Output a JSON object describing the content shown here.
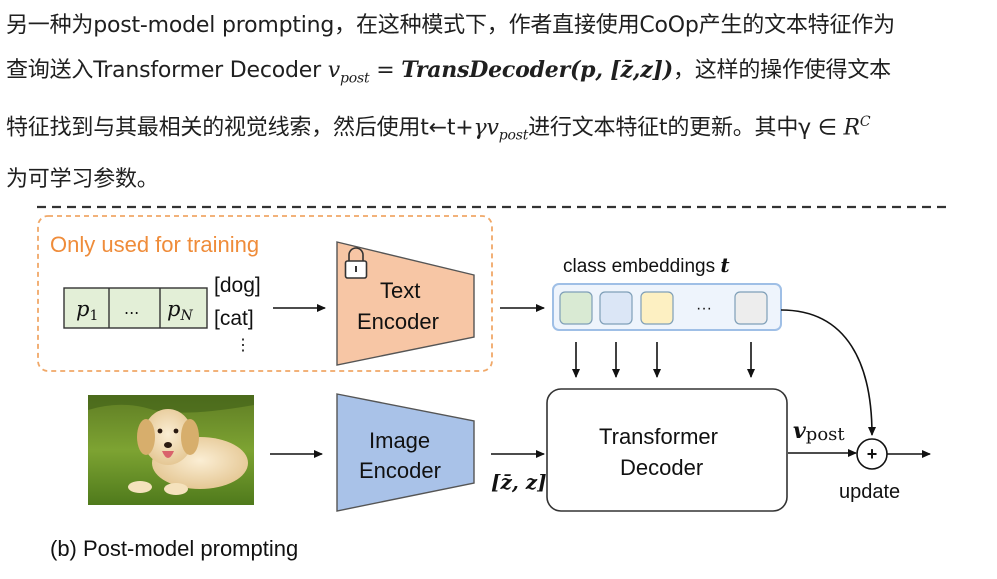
{
  "paragraph": {
    "line1": "另一种为post-model prompting，在这种模式下，作者直接使用CoOp产生的文本特征作为",
    "line2_a": "查询送入Transformer Decoder ",
    "formula_lhs_v": "v",
    "formula_lhs_sub": "post",
    "formula_eq": " = ",
    "formula_rhs": "TransDecoder",
    "formula_args": "(p, [z̄,z])",
    "line2_b": "，这样的操作使得文本",
    "line3_a": "特征找到与其最相关的视觉线索，然后使用t←t+",
    "gamma_v": "γv",
    "gamma_sub": "post",
    "line3_b": "进行文本特征t的更新。其中γ ∈ ",
    "rc_base": "R",
    "rc_sup": "C",
    "line4": "为可学习参数。"
  },
  "figure": {
    "only_training": "Only used for training",
    "prompt_p1": "p",
    "prompt_p1_sub": "1",
    "prompt_dots": "...",
    "prompt_pn": "p",
    "prompt_pn_sub": "N",
    "class_dog": "[dog]",
    "class_cat": "[cat]",
    "class_vdots": "⋮",
    "text_encoder_line1": "Text",
    "text_encoder_line2": "Encoder",
    "class_embeddings": "class embeddings ",
    "class_embeddings_t": "t",
    "emb_dots": "···",
    "image_encoder_line1": "Image",
    "image_encoder_line2": "Encoder",
    "zbar_label": "[z̄, z]",
    "decoder_line1": "Transformer",
    "decoder_line2": "Decoder",
    "vpost_v": "v",
    "vpost_sub": "post",
    "plus": "+",
    "update": "update",
    "caption": "(b) Post-model prompting",
    "colors": {
      "orange_border": "#f0a868",
      "orange_text": "#ef8c3a",
      "text_encoder_fill": "#f7c6a5",
      "image_encoder_fill": "#a9c2e8",
      "prompt_fill": "#e3efd7",
      "emb_frame": "#9fbfe6",
      "emb_green": "#d9ead3",
      "emb_blue": "#dbe6f6",
      "emb_yellow": "#fdf0c2",
      "emb_gray": "#ededed"
    }
  }
}
